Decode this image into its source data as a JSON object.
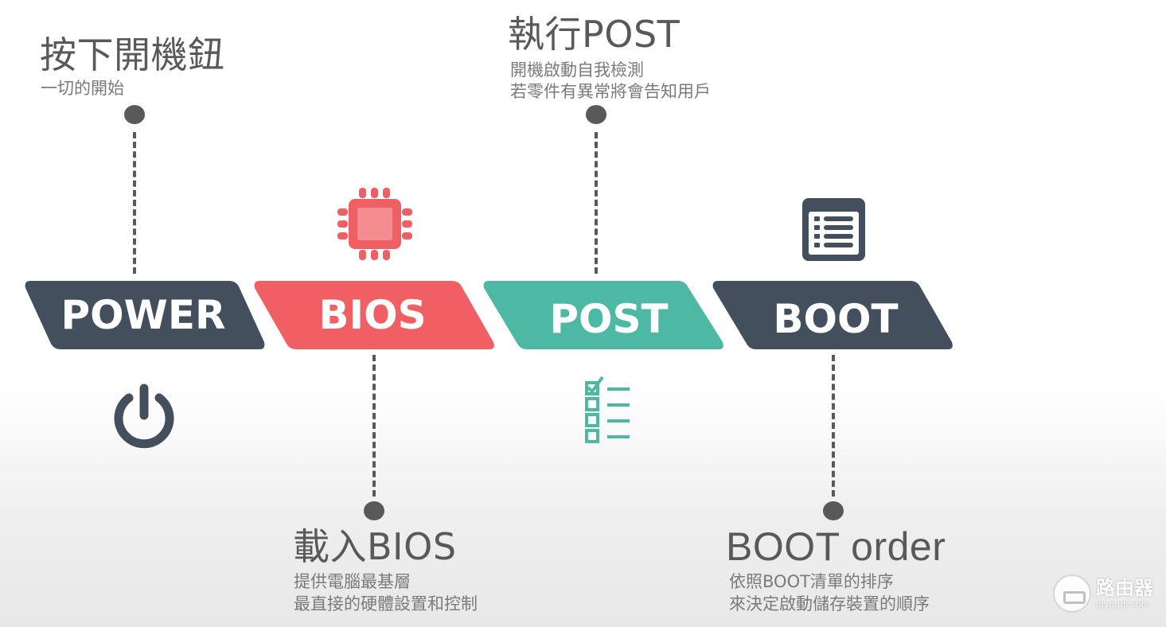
{
  "stages": [
    {
      "label": "POWER",
      "color": "#434f5c",
      "title": "按下開機鈕",
      "desc": [
        "一切的開始"
      ],
      "icon": "power-icon"
    },
    {
      "label": "BIOS",
      "color": "#ef5f63",
      "title": "載入BIOS",
      "desc": [
        "提供電腦最基層",
        "最直接的硬體設置和控制"
      ],
      "icon": "chip-icon"
    },
    {
      "label": "POST",
      "color": "#4db8a4",
      "title": "執行POST",
      "desc": [
        "開機啟動自我檢測",
        "若零件有異常將會告知用戶"
      ],
      "icon": "checklist-icon"
    },
    {
      "label": "BOOT",
      "color": "#434f5c",
      "title": "BOOT order",
      "desc": [
        "依照BOOT清單的排序",
        "來決定啟動儲存裝置的順序"
      ],
      "icon": "boot-list-icon"
    }
  ],
  "watermark": {
    "name": "路由器",
    "site": "luyouqi.com"
  }
}
